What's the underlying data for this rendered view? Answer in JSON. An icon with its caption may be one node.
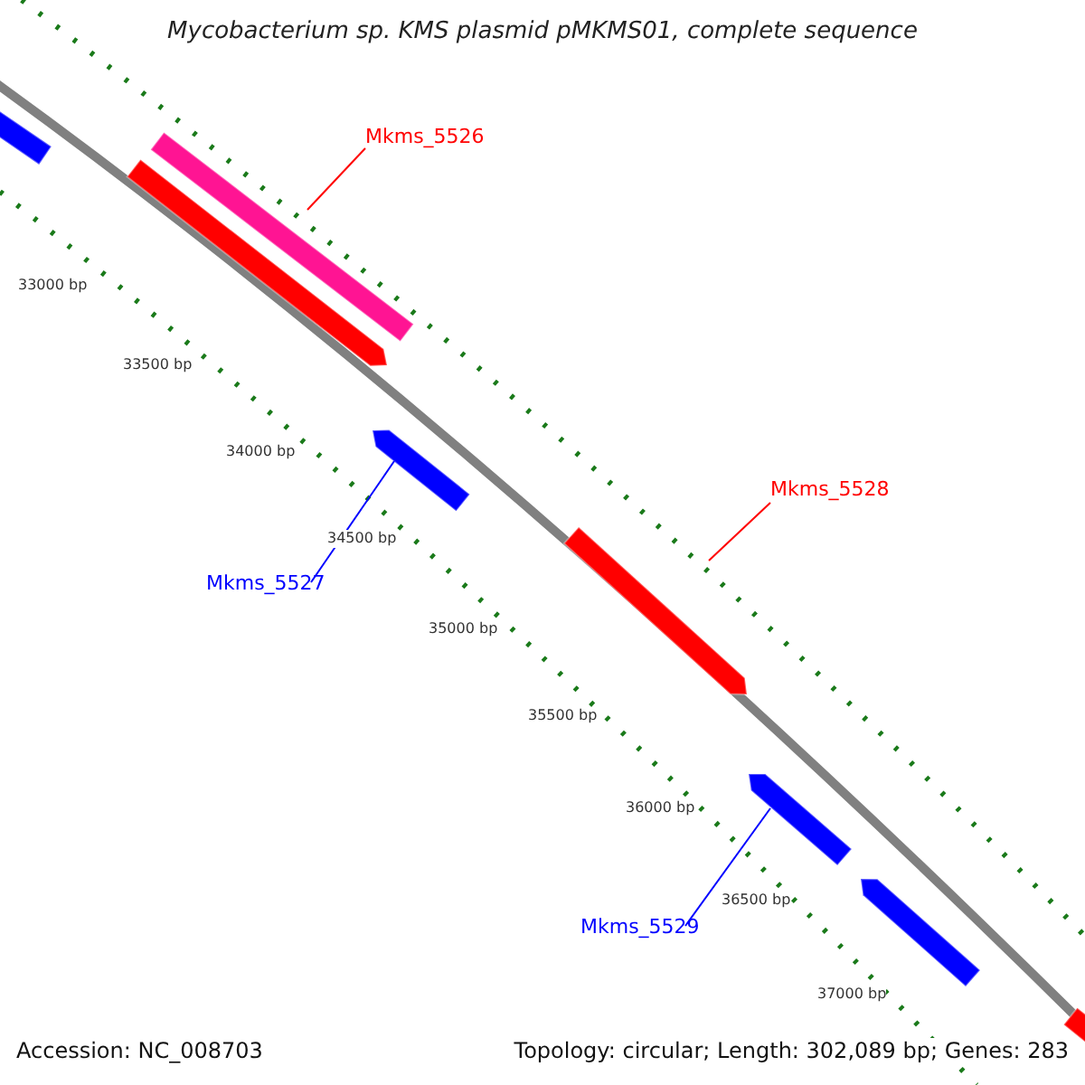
{
  "diagram": {
    "title": "Mycobacterium sp. KMS plasmid pMKMS01, complete sequence",
    "nodes": [
      {
        "text": [
          "Mkms_5526"
        ]
      },
      {
        "text": [],
        "shape": "bar"
      },
      {
        "text": [],
        "shape": "bar"
      },
      {
        "text": [],
        "shape": "arrow"
      },
      {
        "text": [],
        "shape": "arrow"
      },
      {
        "text": [
          "Mkms_5528"
        ]
      },
      {
        "text": [],
        "shape": "arrow"
      },
      {
        "text": [
          "Mkms_5527"
        ]
      },
      {
        "text": [],
        "shape": "arrow"
      },
      {
        "text": [
          "Mkms_5529"
        ]
      },
      {
        "text": [],
        "shape": "arrow"
      },
      {
        "text": [],
        "shape": "arrow"
      }
    ],
    "edges": [
      {
        "from": 0,
        "to": 2,
        "arrow": "none",
        "color": "#ff0000"
      },
      {
        "from": 5,
        "to": 6,
        "arrow": "none",
        "color": "#ff0000"
      },
      {
        "from": 7,
        "to": 4,
        "arrow": "none",
        "color": "#0000ff"
      },
      {
        "from": 9,
        "to": 8,
        "arrow": "none",
        "color": "#0000ff"
      }
    ],
    "labels": [
      "33000 bp",
      "33500 bp",
      "34000 bp",
      "34500 bp",
      "35000 bp",
      "35500 bp",
      "36000 bp",
      "36500 bp",
      "37000 bp",
      "Accession: NC_008703",
      "Topology: circular; Length: 302,089 bp; Genes: 283"
    ]
  }
}
